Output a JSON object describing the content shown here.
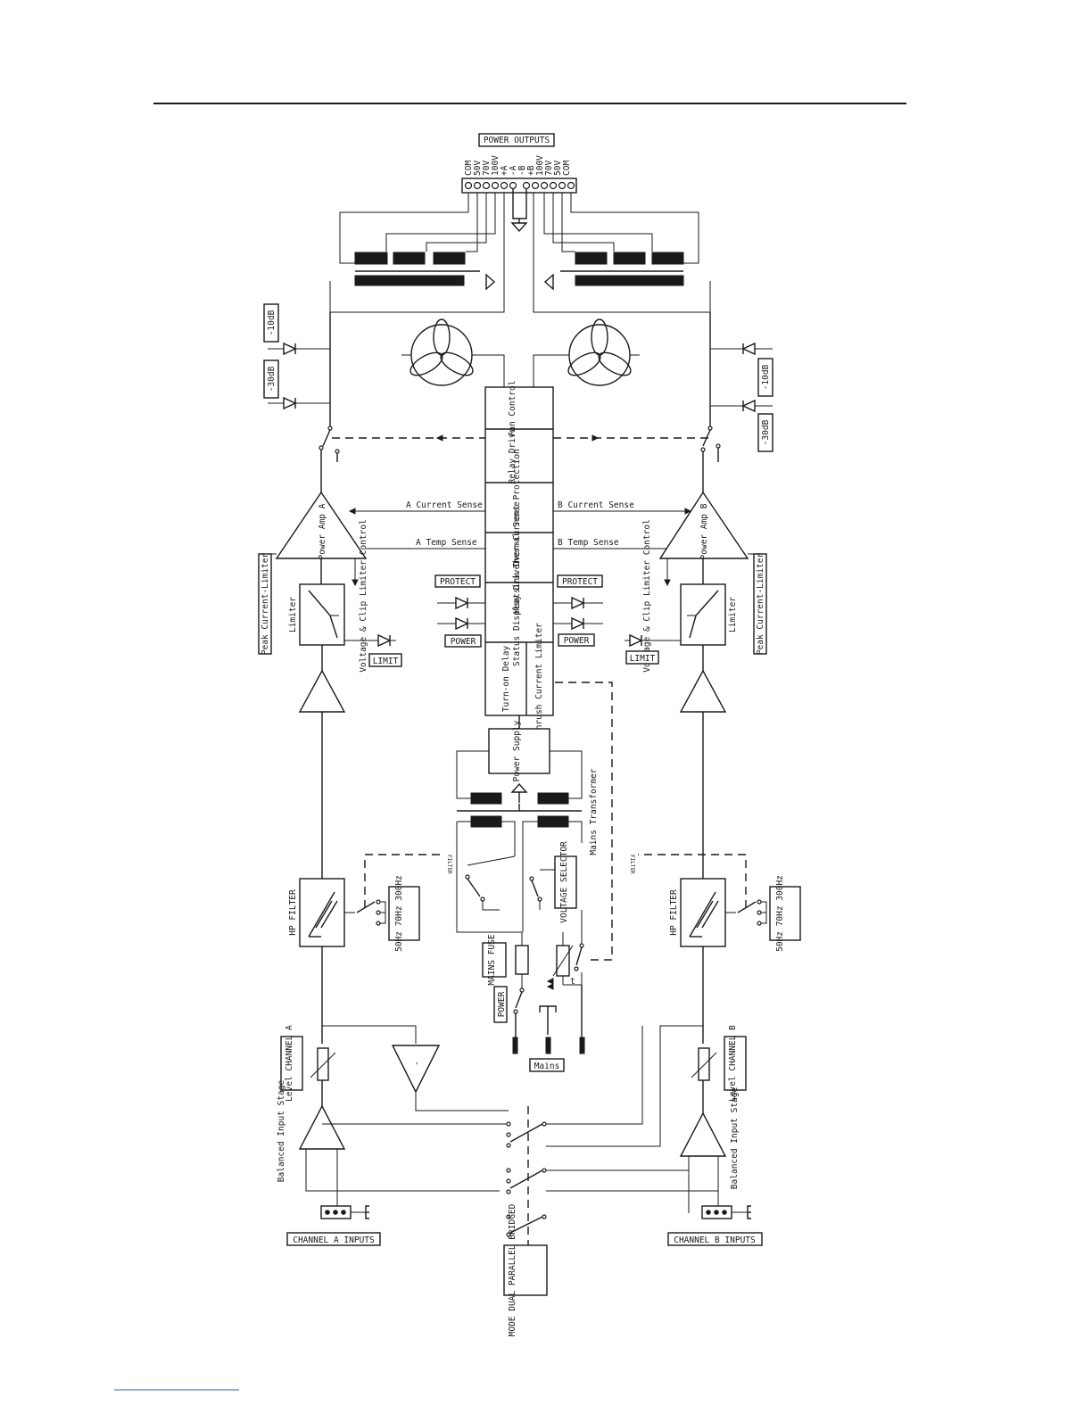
{
  "labels": {
    "power_outputs": "POWER OUTPUTS",
    "terminals": [
      "COM",
      "50V",
      "70V",
      "100V",
      "+A",
      "-A",
      "-B",
      "+B",
      "100V",
      "70V",
      "50V",
      "COM"
    ],
    "minus_10db": "-10dB",
    "minus_30db": "-30dB",
    "fan_control": "Fan Control",
    "relay_drive": "Relay Drive",
    "over_current_protection": "Over-Current Protection",
    "heatsink_thermal_sense": "Heatsink Thermal Sense",
    "status_display_driver": "Status Display Driver",
    "turn_on_delay": "Turn-on Delay",
    "inrush_current_limiter": "Inrush Current Limiter",
    "a_current_sense": "A Current Sense",
    "b_current_sense": "B Current Sense",
    "a_temp_sense": "A Temp Sense",
    "b_temp_sense": "B Temp Sense",
    "power_amp_a": "Power Amp A",
    "power_amp_b": "Power Amp B",
    "peak_current_limiter": "Peak Current-Limiter",
    "limiter": "Limiter",
    "voltage_clip_limiter_control": "Voltage & Clip Limiter Control",
    "limit": "LIMIT",
    "protect": "PROTECT",
    "power": "POWER",
    "power_supply": "Power Supply",
    "mains_transformer": "Mains Transformer",
    "filter": "FILTER",
    "hp_filter": "HP FILTER",
    "filter_options": "50Hz 70Hz 300Hz",
    "voltage_selector": "VOLTAGE SELECTOR",
    "mains_fuse": "MAINS FUSE",
    "mains": "Mains",
    "level_channel_a": "Level CHANNEL A",
    "level_channel_b": "Level CHANNEL B",
    "balanced_input_stage": "Balanced Input Stage",
    "channel_a_inputs": "CHANNEL A INPUTS",
    "channel_b_inputs": "CHANNEL B INPUTS",
    "mode_block": "MODE DUAL PARALLEL BRIDGED",
    "invert": "-",
    "thermistor_t": "t"
  }
}
